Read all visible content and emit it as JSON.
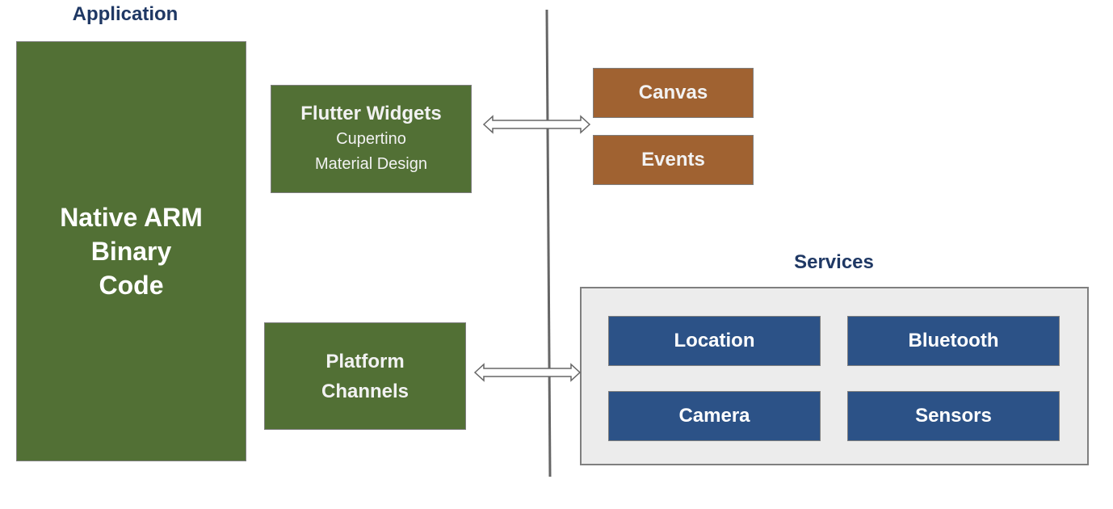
{
  "application": {
    "heading": "Application",
    "native_binary": {
      "lines": [
        "Native ARM",
        "Binary",
        "Code"
      ]
    },
    "flutter_widgets": {
      "title": "Flutter Widgets",
      "items": [
        "Cupertino",
        "Material Design"
      ]
    },
    "platform_channels": {
      "lines": [
        "Platform",
        "Channels"
      ]
    }
  },
  "engine": {
    "canvas": "Canvas",
    "events": "Events"
  },
  "services": {
    "heading": "Services",
    "items": [
      "Location",
      "Bluetooth",
      "Camera",
      "Sensors"
    ]
  },
  "connectors": [
    {
      "from": "Flutter Widgets",
      "to": "Canvas / Events",
      "type": "bidirectional-arrow"
    },
    {
      "from": "Platform Channels",
      "to": "Services",
      "type": "bidirectional-arrow"
    }
  ],
  "colors": {
    "application_green": "#527035",
    "engine_brown": "#a06231",
    "service_blue": "#2c5287",
    "heading_navy": "#1f3864",
    "panel_gray": "#ececec",
    "border_gray": "#7f7f7f"
  }
}
